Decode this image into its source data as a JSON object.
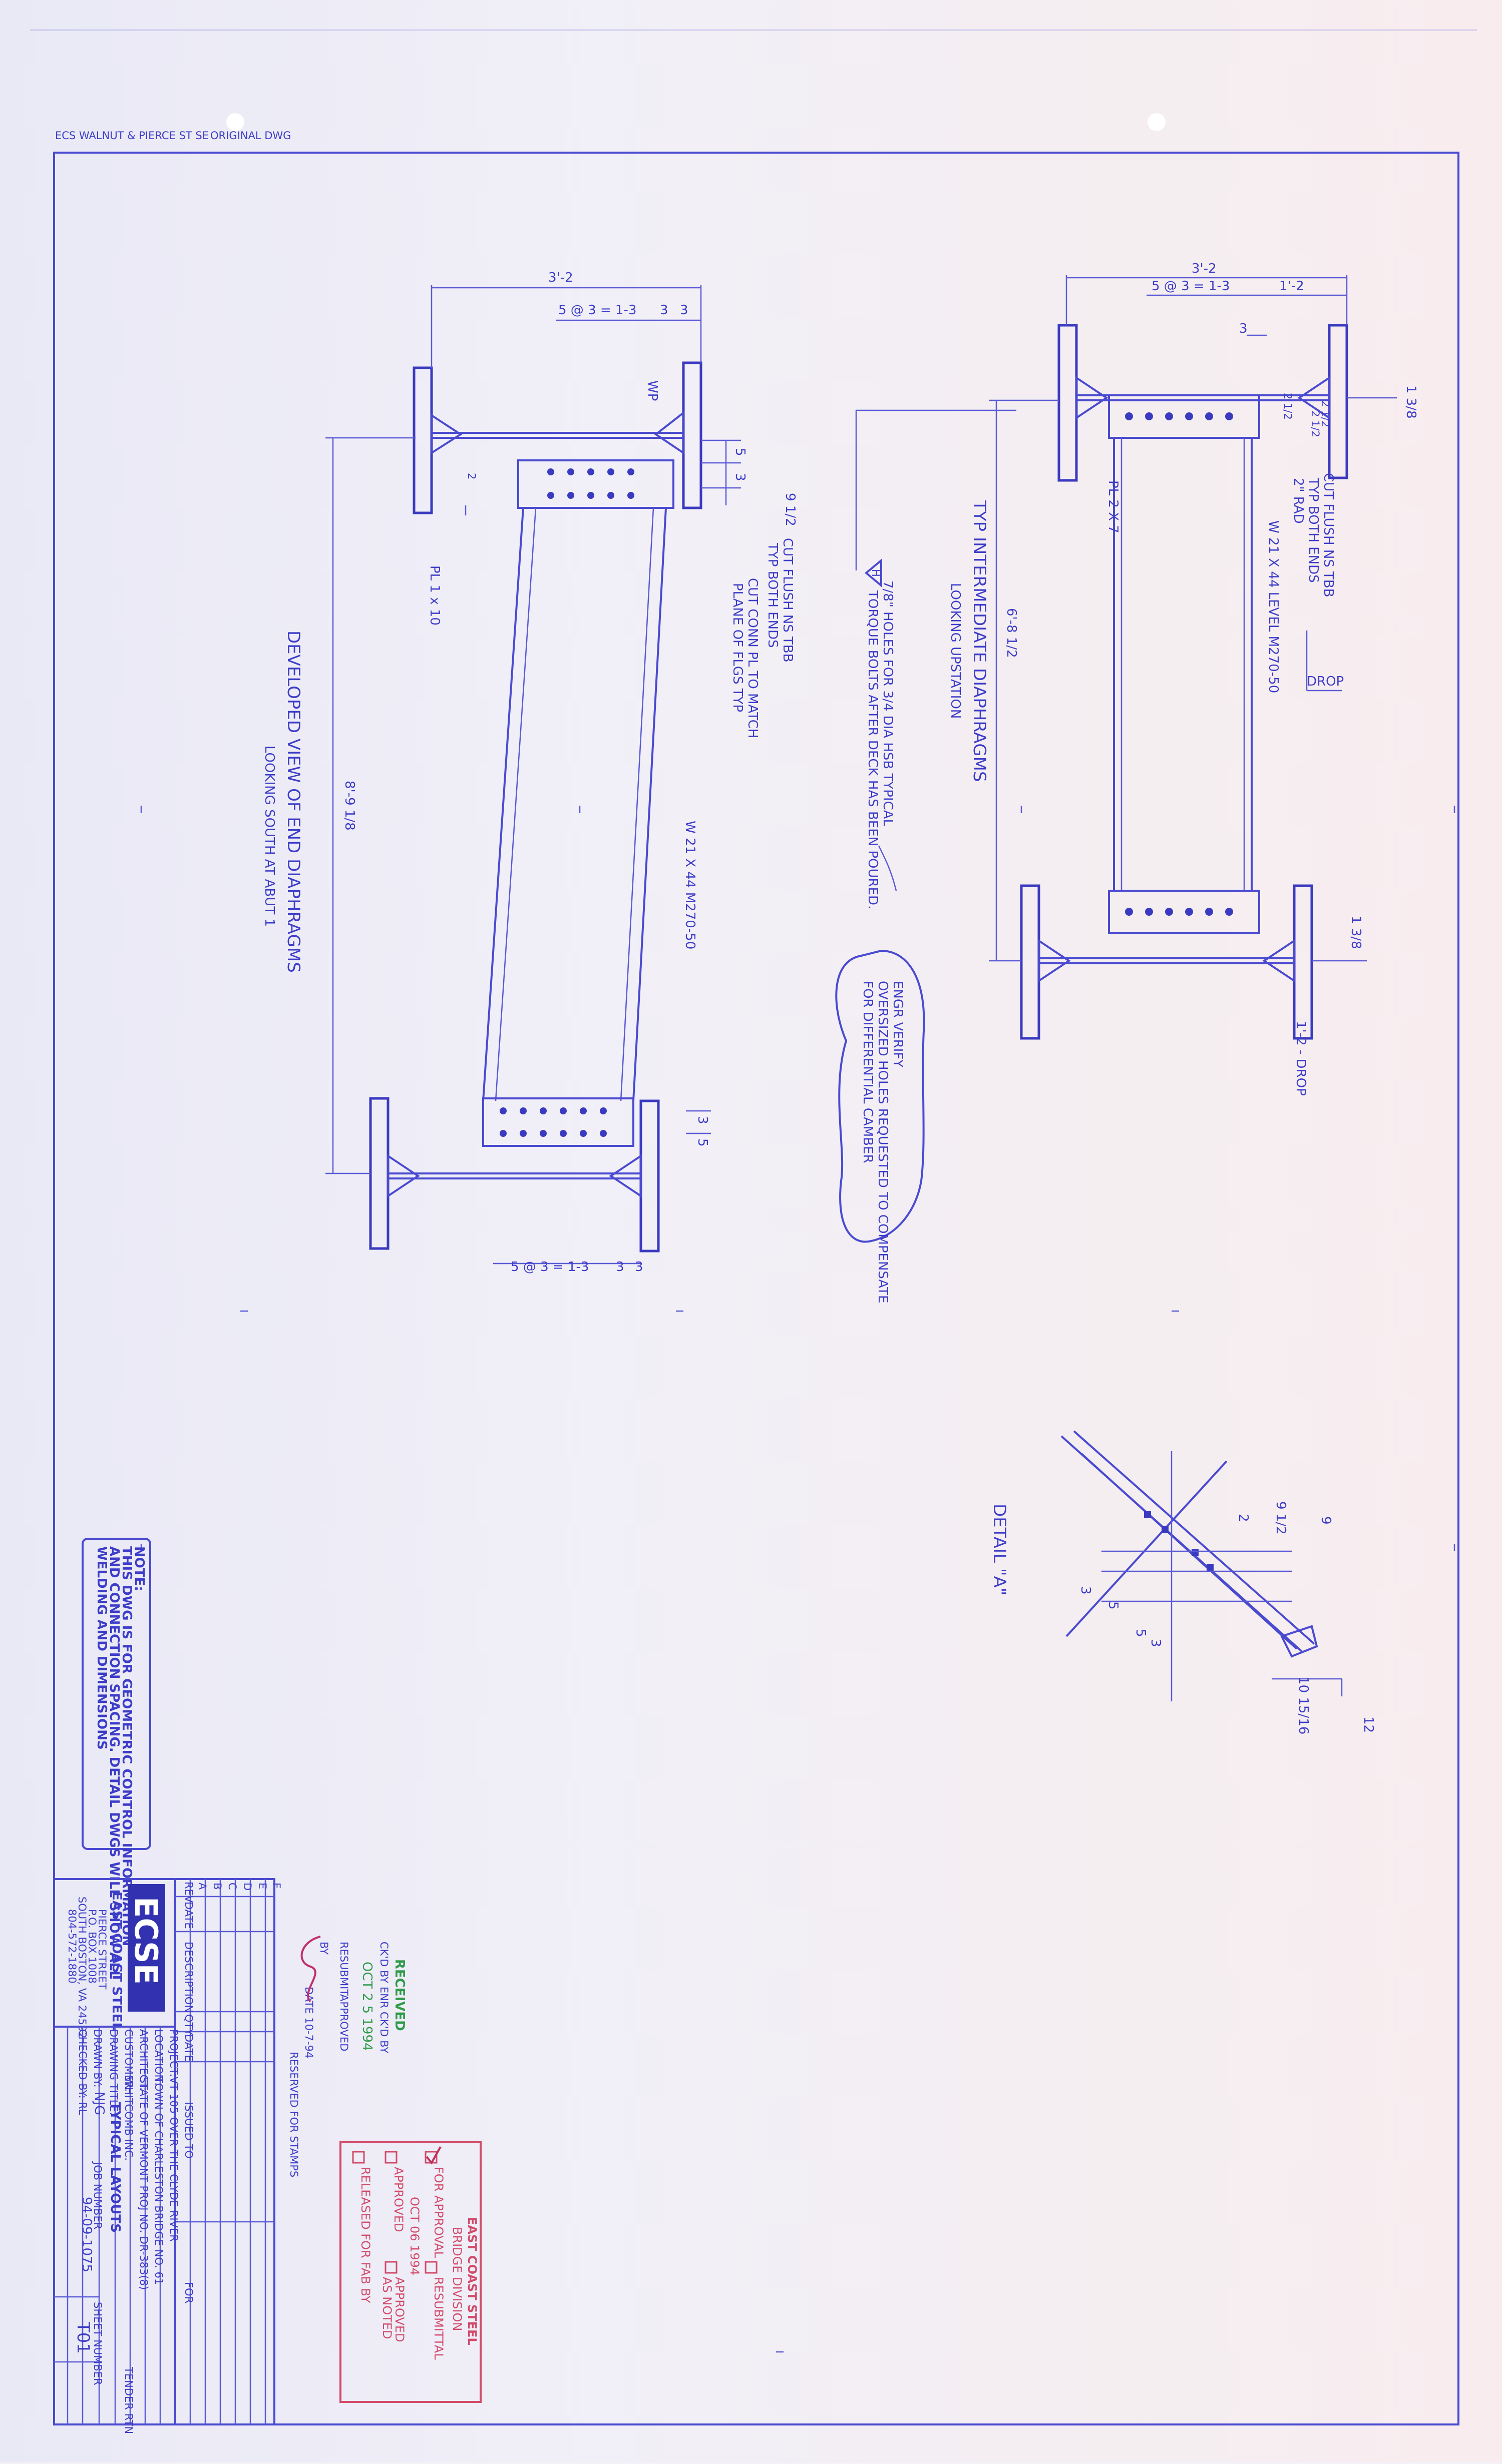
{
  "header_strip": {
    "left_text": "ECS   WALNUT & PIERCE ST SE",
    "right_text": "ORIGINAL DWG"
  },
  "views": {
    "end_diaphragm": {
      "title": "DEVELOPED VIEW OF END DIAPHRAGMS",
      "subtitle": "LOOKING SOUTH AT ABUT 1",
      "dim_top_overall": "3'-2",
      "dim_top_spacing": "5 @ 3 = 1-3",
      "dim_top_edge_a": "3",
      "dim_top_edge_b": "3",
      "dim_bottom_spacing": "5 @ 3 = 1-3",
      "dim_bottom_edge_a": "3",
      "dim_bottom_edge_b": "3",
      "dim_length": "8'-9 1/8",
      "plate_label": "PL 1 x 10",
      "dim_5": "5",
      "dim_3": "3",
      "dim_9": "9 1/2",
      "dim_bottom_3": "3",
      "dim_bottom_5": "5",
      "wp_label": "WP",
      "note_cut_flush": "CUT FLUSH NS TBB",
      "note_typ_both": "TYP BOTH ENDS",
      "note_cut_conn": "CUT CONN PL TO MATCH",
      "note_plane": "PLANE OF FLGS  TYP",
      "beam_label": "W 21 X 44  M270-50"
    },
    "intermediate_diaphragm": {
      "title": "TYP INTERMEDIATE DIAPHRAGMS",
      "subtitle": "LOOKING UPSTATION",
      "dim_top_overall": "3'-2",
      "dim_top_spacing": "5 @ 3 = 1-3",
      "dim_top_right": "1'-2",
      "dim_3": "3",
      "dim_length": "6'-8 1/2",
      "dim_1_3_8": "1 3/8",
      "dim_2a": "2 1/2",
      "dim_2b": "2 1/2",
      "dim_2_2": "2 1/2",
      "plate_label": "PL 2 X 7",
      "note_cut_flush": "CUT FLUSH NS TBB",
      "note_typ_both": "TYP BOTH ENDS",
      "note_rad": "2\" RAD",
      "beam_label": "W 21 X 44 LEVEL  M270-50",
      "drop_label": "DROP",
      "drop_bottom": "1'-2 - DROP",
      "dim_bottom_1_3_8": "1 3/8"
    },
    "hole_note": {
      "line1": "7/8\" HOLES FOR 3/4 DIA HSB  TYPICAL",
      "line2": "TORQUE BOLTS AFTER DECK HAS BEEN POURED.",
      "tri_label": "H"
    },
    "bubble_note": {
      "line1": "ENGR VERIFY",
      "line2": "OVERSIZED HOLES REQUESTED TO COMPENSATE",
      "line3": "FOR DIFFERENTIAL CAMBER"
    },
    "detail_a": {
      "title": "DETAIL \"A\"",
      "d9": "9",
      "d9b": "9 1/2",
      "d2": "2",
      "d3": "3",
      "d5a": "5",
      "d5b": "5",
      "d3b": "3",
      "slope_run": "10 15/16",
      "slope_rise": "12"
    }
  },
  "general_note": {
    "heading": "NOTE:",
    "line1": "THIS DWG IS FOR GEOMETRIC CONTROL INFORMATION",
    "line2": "AND CONNECTION SPACING. DETAIL DWGS WILL SHOW ALL",
    "line3": "WELDING AND DIMENSIONS"
  },
  "title_block": {
    "logo": "ECSE",
    "company": "EAST COAST STEEL",
    "addr1": "PIERCE STREET",
    "addr2": "P.O. BOX 1008",
    "addr3": "SOUTH BOSTON, VA 24592",
    "phone": "804-572-1880",
    "rev_headers": [
      "REV",
      "DATE",
      "DESCRIPTION",
      "QTY",
      "DATE",
      "ISSUED TO",
      "FOR"
    ],
    "rev_marks": [
      "A",
      "B",
      "C",
      "D",
      "E",
      "F"
    ],
    "project_label": "PROJECT:",
    "project_value": "VT 105 OVER THE CLYDE RIVER",
    "location_label": "LOCATION:",
    "location_value": "TOWN OF CHARLESTON   BRIDGE NO. 61",
    "architect_label": "ARCHITECT:",
    "architect_value": "STATE OF VERMONT   PROJ NO. DR-383(8)",
    "customer_label": "CUSTOMER:",
    "customer_value": "WHITCOMB INC.",
    "drawing_title_label": "DRAWING TITLE:",
    "drawing_title_value": "TYPICAL LAYOUTS",
    "drawn_by_label": "DRAWN BY:",
    "drawn_by_value": "NJG",
    "checked_by_label": "CHECKED BY:",
    "checked_by_value": "RL",
    "job_label": "JOB NUMBER",
    "job_value": "94-09-1075",
    "sheet_label": "SHEET NUMBER",
    "sheet_value": "T01",
    "tender_label": "TENDER RTN",
    "reserved": "RESERVED FOR STAMPS"
  },
  "stamps": {
    "received": {
      "title": "RECEIVED",
      "line_ckd": "CK'D BY   ENR   CK'D BY",
      "date": "OCT 2 5 1994",
      "resubmit": "RESUBMIT",
      "approved": "APPROVED",
      "by": "BY",
      "date2": "DATE 10-7-94"
    },
    "approval": {
      "title1": "EAST COAST STEEL",
      "title2": "BRIDGE DIVISION",
      "for_approval": "FOR APPROVAL",
      "resubmittal": "RESUBMITTAL",
      "stamp_date": "OCT 06 1994",
      "approved": "APPROVED",
      "approved_noted1": "APPROVED",
      "approved_noted2": "AS NOTED",
      "released": "RELEASED FOR FAB BY"
    }
  },
  "colors": {
    "ink": "#4a4ad0",
    "ink_dark": "#2e2eb8",
    "stamp_red": "#d24a6a",
    "stamp_green": "#2f9a4a"
  }
}
